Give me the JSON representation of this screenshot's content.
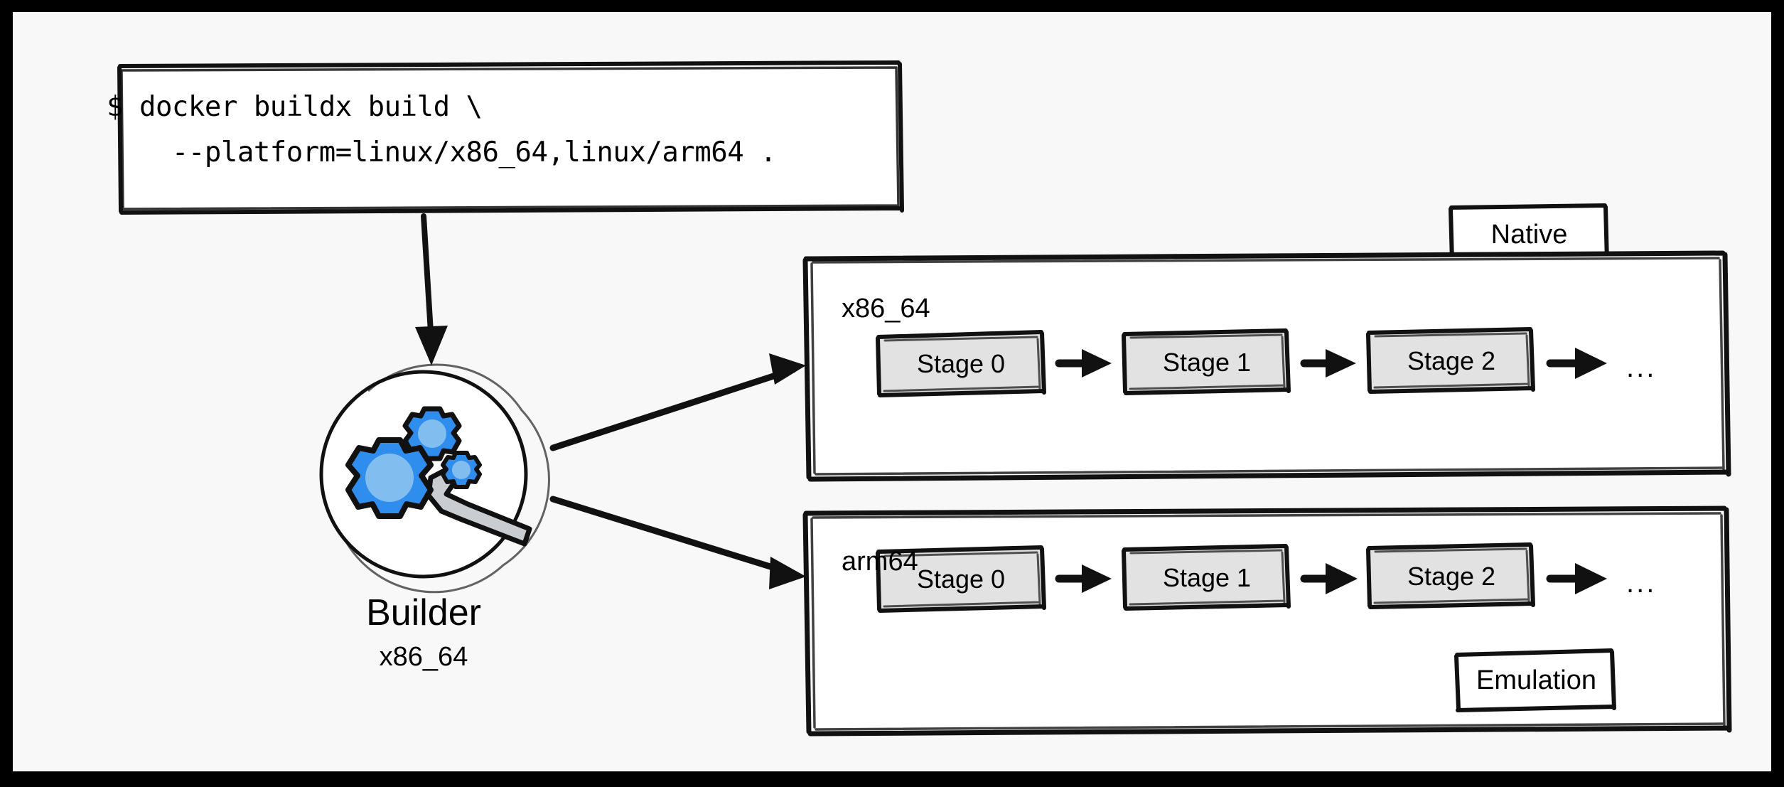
{
  "frame": {
    "border_color": "#000000",
    "page_background": "#f8f8f8"
  },
  "command_box": {
    "name": "docker-buildx-command",
    "line1": "$ docker buildx build \\",
    "line2": "    --platform=linux/x86_64,linux/arm64 .",
    "fill": "#ffffff",
    "stroke": "#111111"
  },
  "builder": {
    "title": "Builder",
    "subtitle": "x86_64",
    "icon_name": "gears-wrench-icon",
    "gear_outer_color": "#2e8ded",
    "gear_inner_color": "#82bdf0",
    "wrench_color": "#c9ccd1",
    "circle_stroke": "#111111"
  },
  "platforms": [
    {
      "id": "x86_64",
      "label": "x86_64",
      "tab": {
        "label": "Native",
        "position": "top-right"
      },
      "stages": [
        {
          "label": "Stage 0"
        },
        {
          "label": "Stage 1"
        },
        {
          "label": "Stage 2"
        }
      ],
      "trailing": "...",
      "stage_fill": "#e2e2e2",
      "stage_stroke": "#111111",
      "container_fill": "#ffffff"
    },
    {
      "id": "arm64",
      "label": "arm64",
      "tab": {
        "label": "Emulation",
        "position": "bottom-right"
      },
      "stages": [
        {
          "label": "Stage 0"
        },
        {
          "label": "Stage 1"
        },
        {
          "label": "Stage 2"
        }
      ],
      "trailing": "...",
      "stage_fill": "#e2e2e2",
      "stage_stroke": "#111111",
      "container_fill": "#ffffff"
    }
  ],
  "connectors": [
    {
      "name": "command-to-builder",
      "from": "command_box",
      "to": "builder",
      "direction": "down"
    },
    {
      "name": "builder-to-x86_64",
      "from": "builder",
      "to": "x86_64",
      "direction": "up-right"
    },
    {
      "name": "builder-to-arm64",
      "from": "builder",
      "to": "arm64",
      "direction": "down-right"
    }
  ]
}
